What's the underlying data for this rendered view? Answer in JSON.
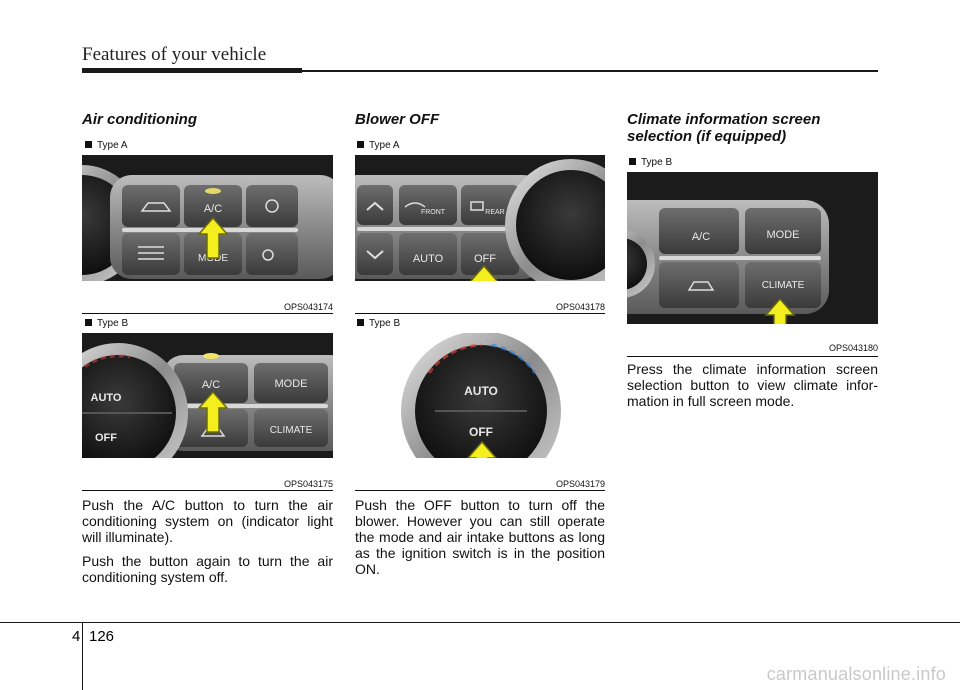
{
  "header": {
    "title": "Features of your vehicle"
  },
  "sections": [
    {
      "title": "Air conditioning",
      "figures": [
        {
          "type_label": "Type A",
          "code": "OPS043174",
          "buttons": [
            "A/C",
            "MODE"
          ]
        },
        {
          "type_label": "Type B",
          "code": "OPS043175",
          "buttons": [
            "AUTO",
            "OFF",
            "A/C",
            "MODE",
            "CLIMATE"
          ]
        }
      ],
      "paragraphs": [
        "Push the A/C button to turn the air conditioning system on (indicator light will illuminate).",
        "Push the button again to turn the air conditioning system off."
      ]
    },
    {
      "title": "Blower OFF",
      "figures": [
        {
          "type_label": "Type A",
          "code": "OPS043178",
          "buttons": [
            "FRONT",
            "REAR",
            "AUTO",
            "OFF"
          ]
        },
        {
          "type_label": "Type B",
          "code": "OPS043179",
          "buttons": [
            "AUTO",
            "OFF"
          ]
        }
      ],
      "paragraphs": [
        "Push the OFF button to turn off the blower. However you can still operate the mode and air intake buttons as long as the  ignition switch is in the position ON."
      ]
    },
    {
      "title_line1": "Climate information screen",
      "title_line2": "selection (if equipped)",
      "figures": [
        {
          "type_label": "Type B",
          "code": "OPS043180",
          "buttons": [
            "A/C",
            "MODE",
            "CLIMATE"
          ]
        }
      ],
      "paragraphs": [
        "Press the climate information screen selection button to view climate infor-mation in full screen mode."
      ]
    }
  ],
  "footer": {
    "chapter": "4",
    "page": "126"
  },
  "watermark": "carmanualsonline.info",
  "colors": {
    "arrow": "#f4ee1e",
    "indicator": "#f2e36a"
  }
}
